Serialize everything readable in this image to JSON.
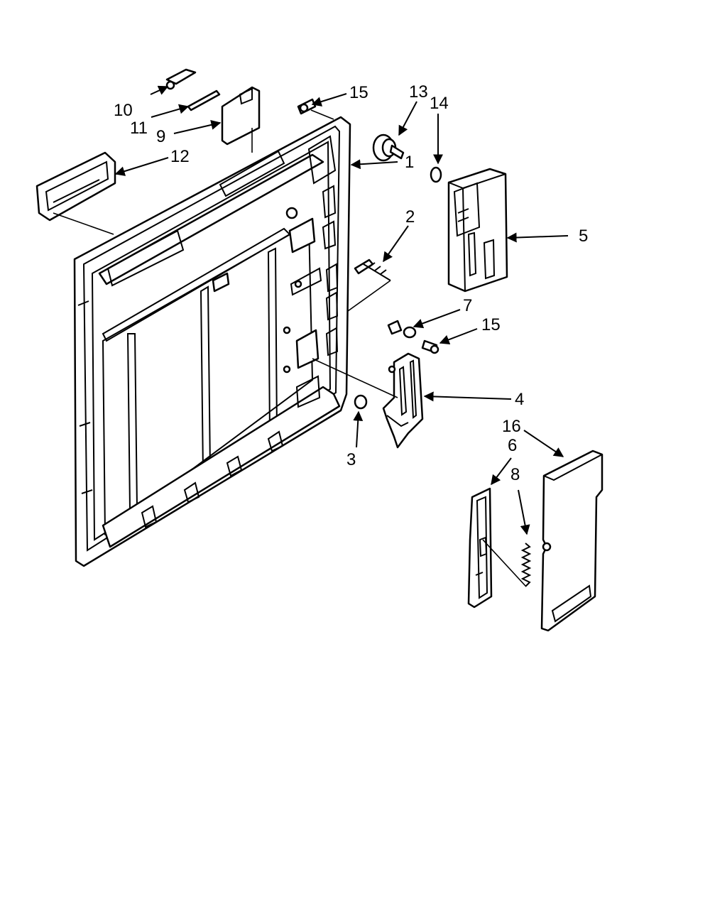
{
  "diagram": {
    "labels": {
      "p1": "1",
      "p2": "2",
      "p3": "3",
      "p4": "4",
      "p5": "5",
      "p6": "6",
      "p7": "7",
      "p8": "8",
      "p9": "9",
      "p10": "10",
      "p11": "11",
      "p12": "12",
      "p13": "13",
      "p14": "14",
      "p15a": "15",
      "p15b": "15",
      "p16": "16"
    }
  }
}
